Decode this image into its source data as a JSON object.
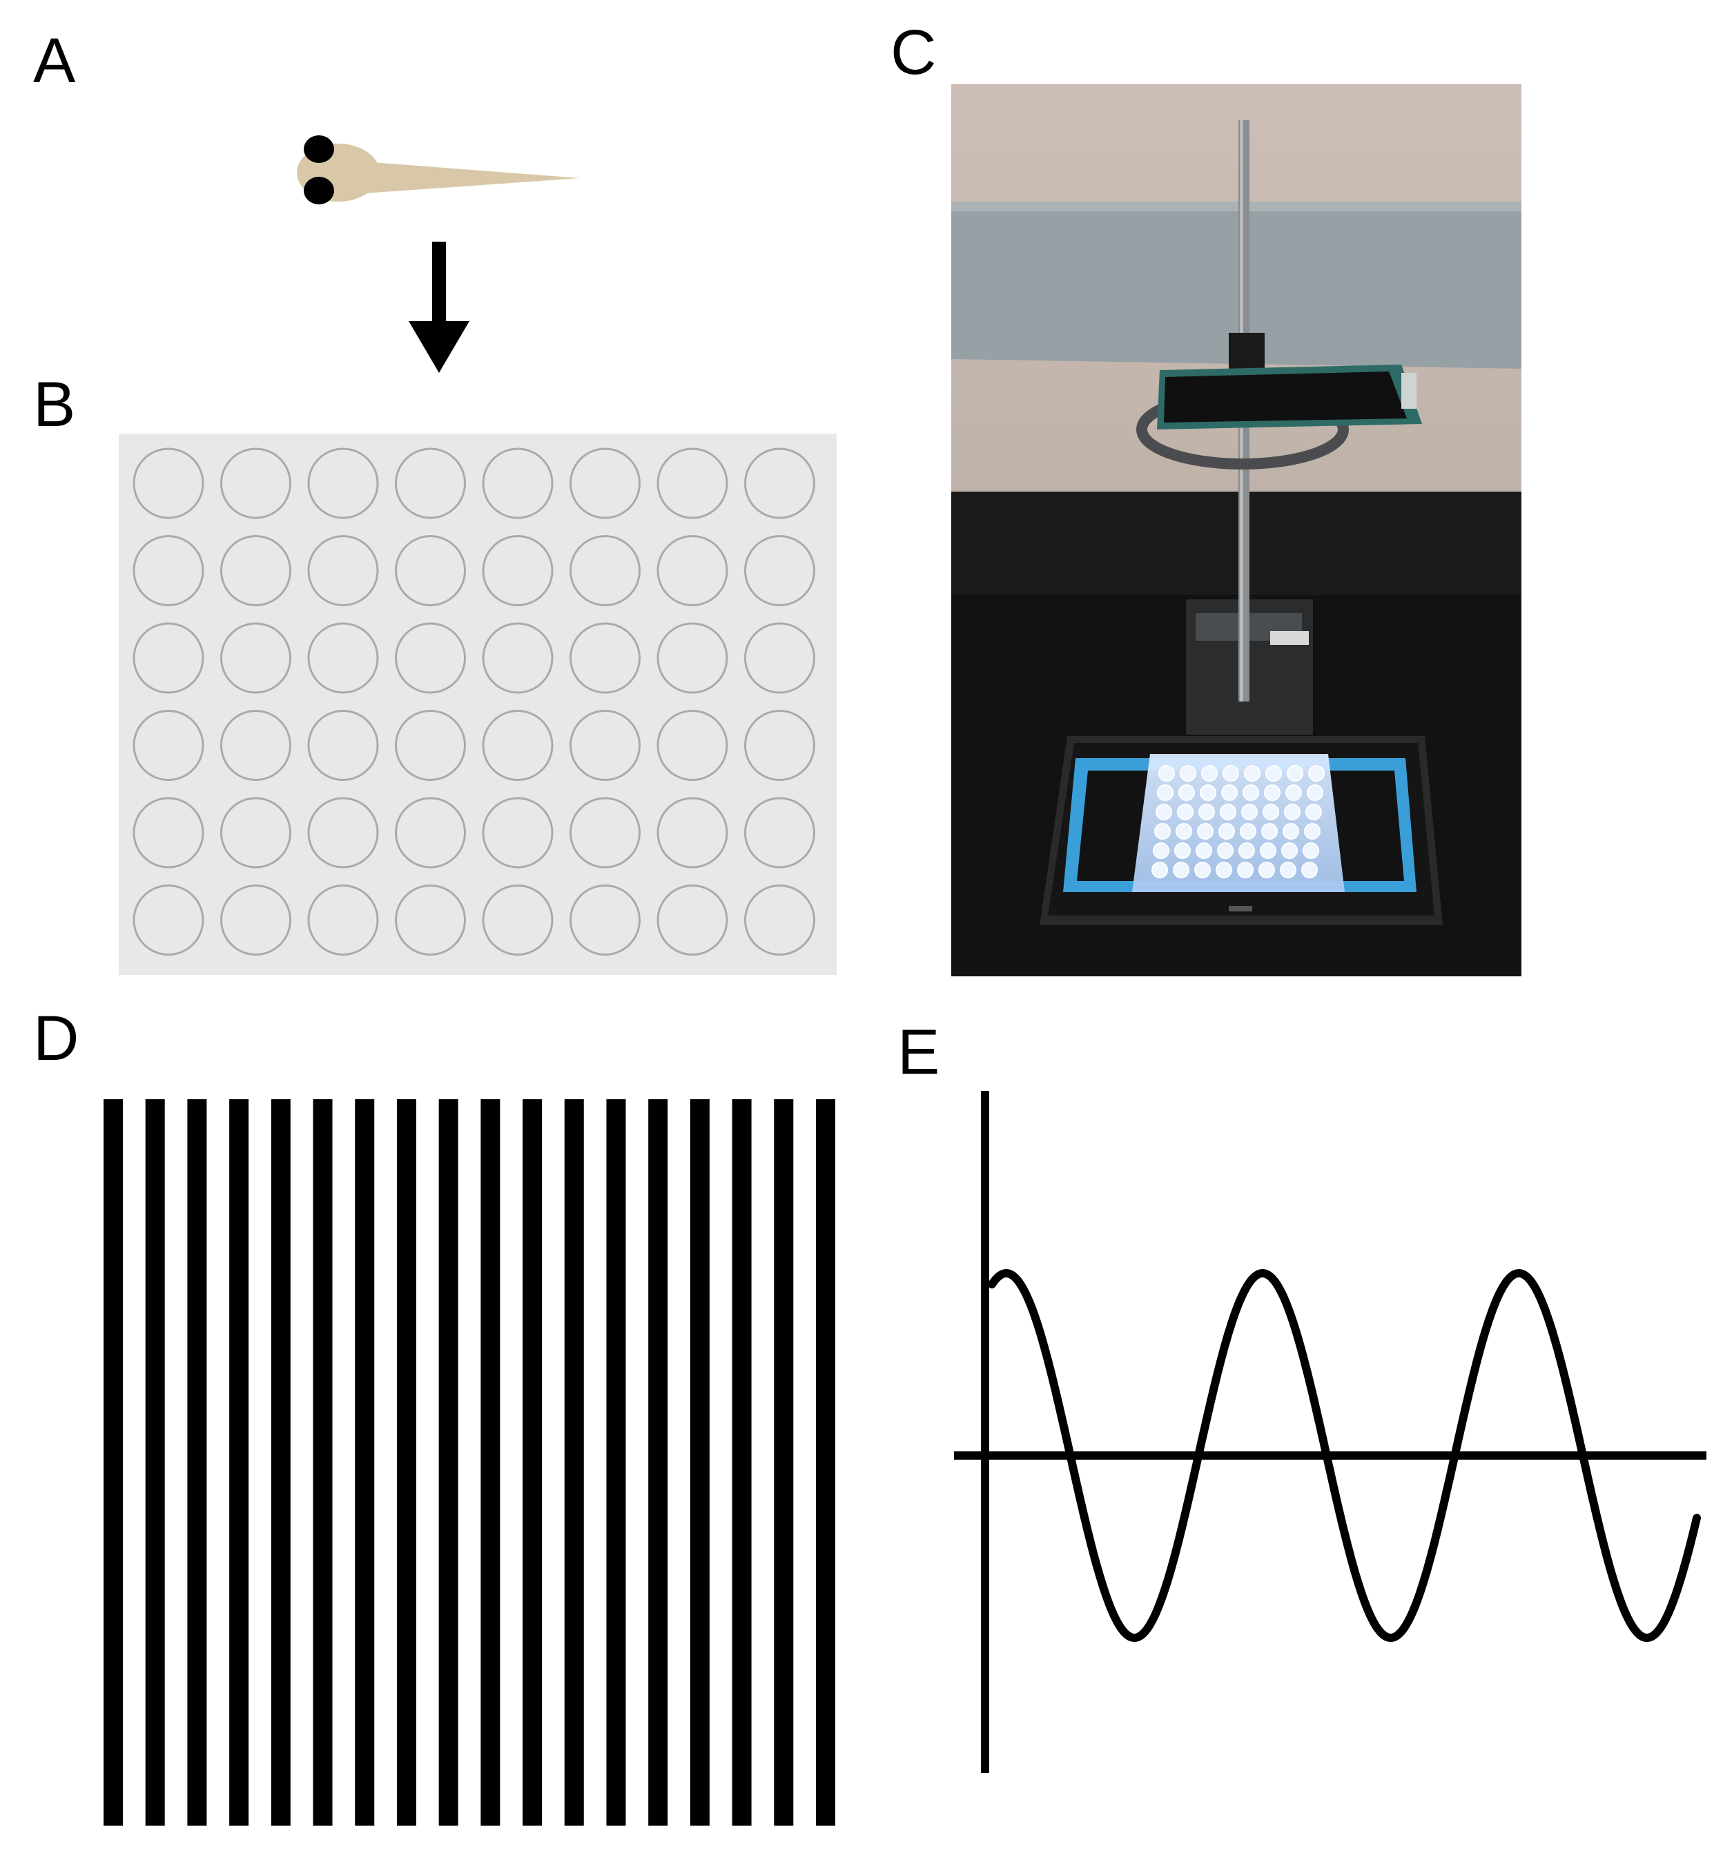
{
  "panels": {
    "a": {
      "label": "A",
      "content": "zebrafish-larva"
    },
    "b": {
      "label": "B",
      "content": "multiwell-plate",
      "rows": 6,
      "cols": 8,
      "plate_color": "#e8e8e8",
      "well_color": "#aaaaaa"
    },
    "c": {
      "label": "C",
      "content": "photo-phone-above-tablet-with-plate"
    },
    "d": {
      "label": "D",
      "content": "vertical-grating",
      "bar_count": 18,
      "bar_color": "#000000"
    },
    "e": {
      "label": "E",
      "content": "sine-wave",
      "cycles": 2.75
    }
  },
  "colors": {
    "larva_body": "#d8c8a8",
    "larva_eye": "#000000",
    "ink": "#000000"
  }
}
